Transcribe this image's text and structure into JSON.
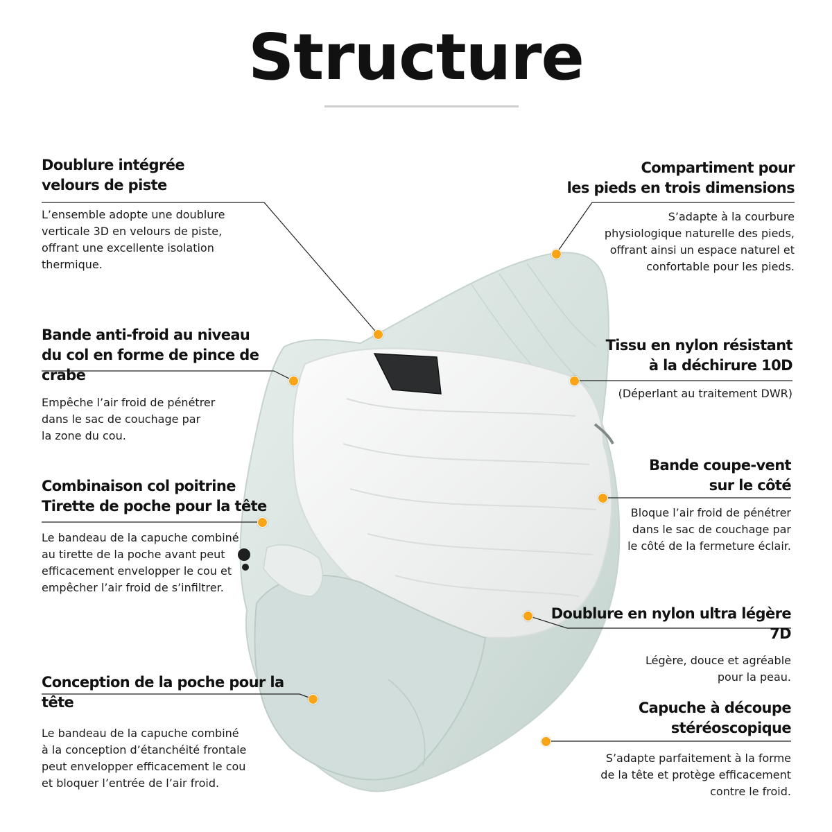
{
  "title": "Structure",
  "features": [
    {
      "id": "doublure-integree",
      "title": [
        "Doublure intégrée",
        "velours de piste"
      ],
      "desc": [
        "L’ensemble adopte une doublure",
        "verticale 3D en velours de piste,",
        "offrant une excellente isolation",
        "thermique."
      ]
    },
    {
      "id": "bande-anti-froid",
      "title": [
        "Bande anti-froid au niveau",
        "du col en forme de pince de crabe"
      ],
      "desc": [
        "Empêche l’air froid de pénétrer",
        "dans le sac de couchage par",
        "la zone du cou."
      ]
    },
    {
      "id": "combinaison-col",
      "title": [
        "Combinaison col poitrine",
        "Tirette de poche pour la tête"
      ],
      "desc": [
        "Le bandeau de la capuche combiné",
        "au tirette de la poche avant peut",
        "efficacement envelopper le cou et",
        "empêcher l’air froid de s’infiltrer."
      ]
    },
    {
      "id": "conception-poche",
      "title": [
        "Conception de la poche pour la tête"
      ],
      "desc": [
        "Le bandeau de la capuche combiné",
        "à la conception d’étanchéité frontale",
        "peut envelopper efficacement le cou",
        "et bloquer l’entrée de l’air froid."
      ]
    },
    {
      "id": "compartiment-pieds",
      "title": [
        "Compartiment pour",
        "les pieds en trois dimensions"
      ],
      "desc": [
        "S’adapte à la courbure",
        "physiologique naturelle des pieds,",
        "offrant ainsi un espace naturel et",
        "confortable pour les pieds."
      ]
    },
    {
      "id": "tissu-nylon",
      "title": [
        "Tissu en nylon résistant",
        "à la déchirure 10D"
      ],
      "desc": [
        "(Déperlant au traitement DWR)"
      ]
    },
    {
      "id": "bande-coupe-vent",
      "title": [
        "Bande coupe-vent",
        "sur le côté"
      ],
      "desc": [
        "Bloque l’air froid de pénétrer",
        "dans le sac de couchage par",
        "le côté de la fermeture éclair."
      ]
    },
    {
      "id": "doublure-7d",
      "title": [
        "Doublure en nylon ultra légère 7D"
      ],
      "desc": [
        "Légère, douce et agréable",
        "pour la peau."
      ]
    },
    {
      "id": "capuche",
      "title": [
        "Capuche à découpe",
        "stéréoscopique"
      ],
      "desc": [
        "S’adapte parfaitement à la forme",
        "de la tête et protège efficacement",
        "contre le froid."
      ]
    }
  ],
  "colors": {
    "accent": "#f7a416",
    "text": "#111111",
    "bag_outer": "#d9e4e0",
    "bag_inner": "#f1f2f2"
  }
}
